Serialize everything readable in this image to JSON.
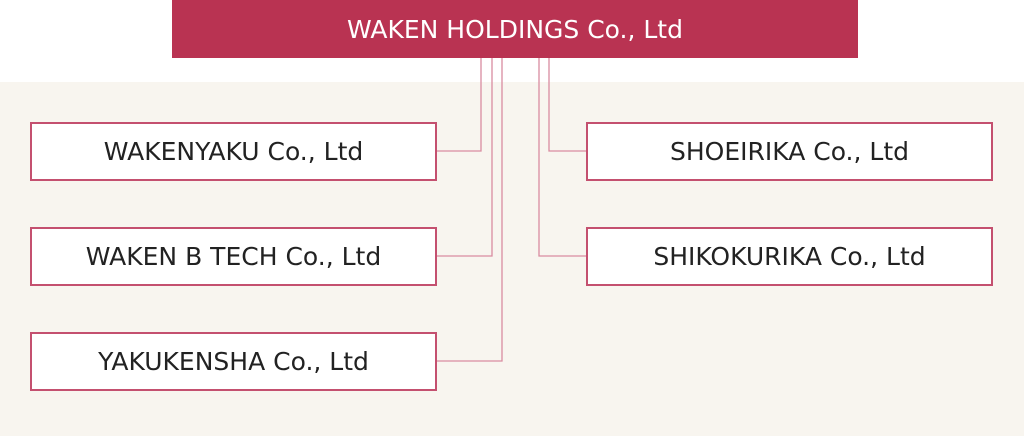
{
  "parent": {
    "name": "WAKEN HOLDINGS Co., Ltd"
  },
  "subsidiaries_left": [
    {
      "name": "WAKENYAKU Co., Ltd"
    },
    {
      "name": "WAKEN B TECH Co., Ltd"
    },
    {
      "name": "YAKUKENSHA Co., Ltd"
    }
  ],
  "subsidiaries_right": [
    {
      "name": "SHOEIRIKA Co., Ltd"
    },
    {
      "name": "SHIKOKURIKA Co., Ltd"
    }
  ],
  "colors": {
    "brand": "#b93352",
    "connector": "#e0a2b2",
    "background": "#f8f5ef"
  }
}
